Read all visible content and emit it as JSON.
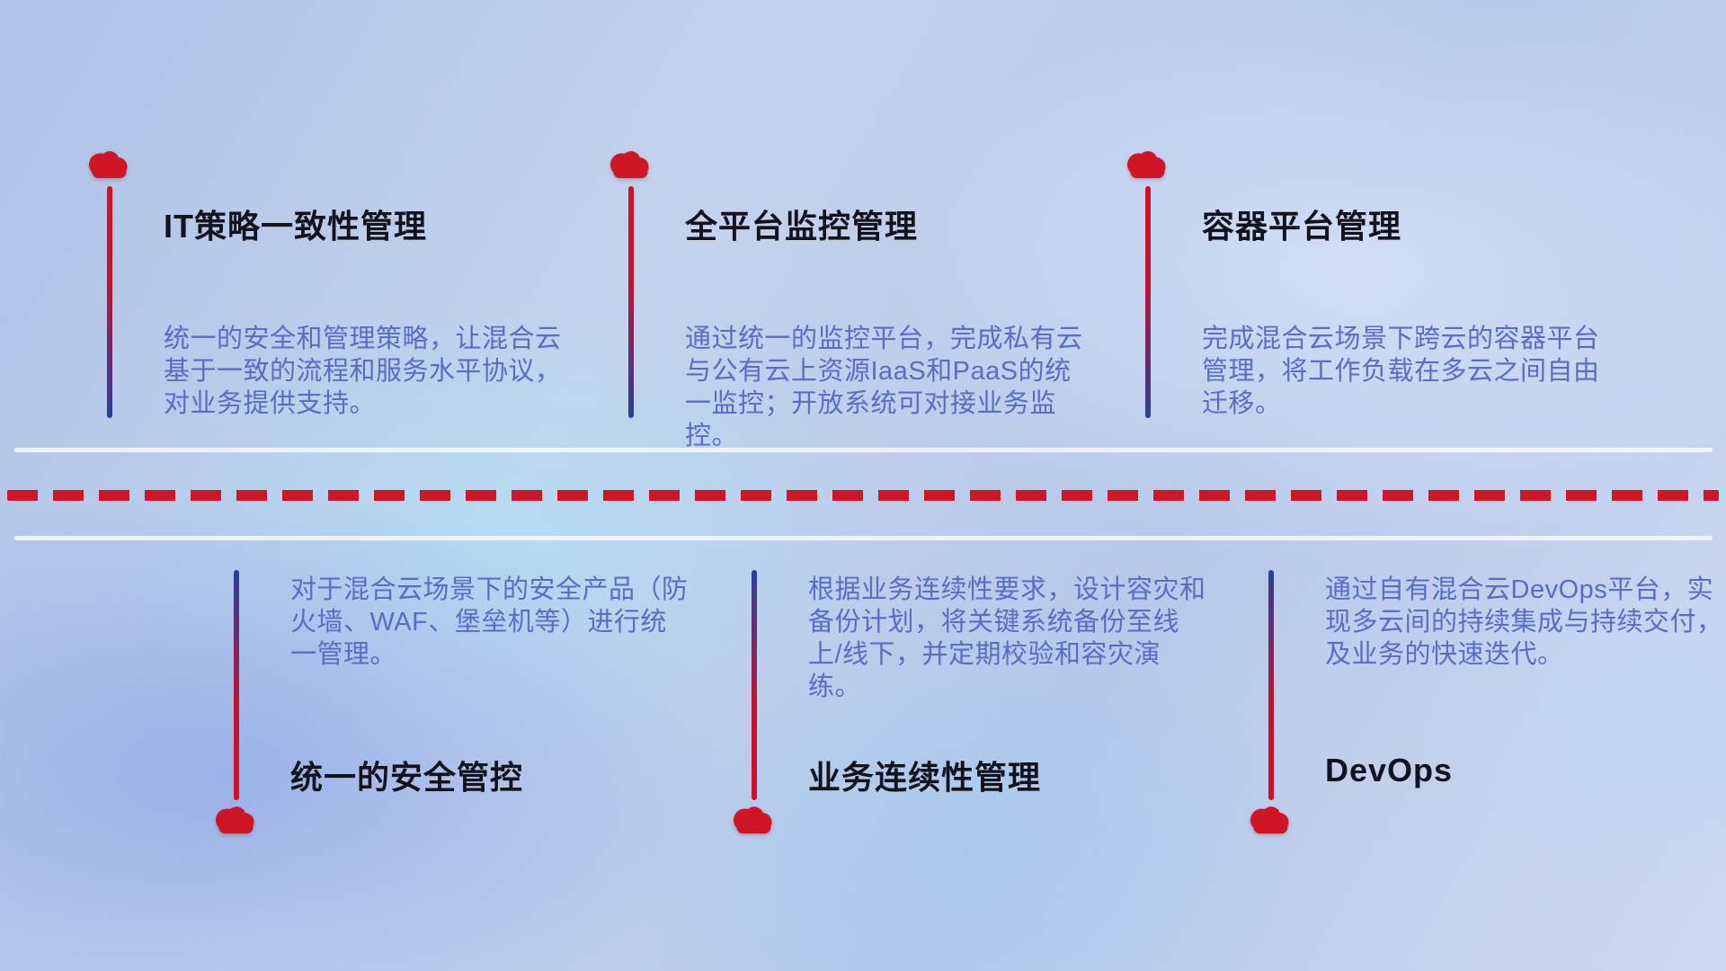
{
  "theme": {
    "accent_red": "#cf1626",
    "accent_blue": "#2a3f9e",
    "title_color": "#12131d",
    "desc_color": "#5a6cc4",
    "rail_color": "#f2f6fc"
  },
  "top_items": [
    {
      "title": "IT策略一致性管理",
      "description": "统一的安全和管理策略，让混合云基于一致的流程和服务水平协议，对业务提供支持。"
    },
    {
      "title": "全平台监控管理",
      "description": "通过统一的监控平台，完成私有云与公有云上资源IaaS和PaaS的统一监控；开放系统可对接业务监控。"
    },
    {
      "title": "容器平台管理",
      "description": "完成混合云场景下跨云的容器平台管理，将工作负载在多云之间自由迁移。"
    }
  ],
  "bottom_items": [
    {
      "title": "统一的安全管控",
      "description": "对于混合云场景下的安全产品（防火墙、WAF、堡垒机等）进行统一管理。"
    },
    {
      "title": "业务连续性管理",
      "description": "根据业务连续性要求，设计容灾和备份计划，将关键系统备份至线上/线下，并定期校验和容灾演练。"
    },
    {
      "title": "DevOps",
      "description": "通过自有混合云DevOps平台，实现多云间的持续集成与持续交付，及业务的快速迭代。"
    }
  ]
}
